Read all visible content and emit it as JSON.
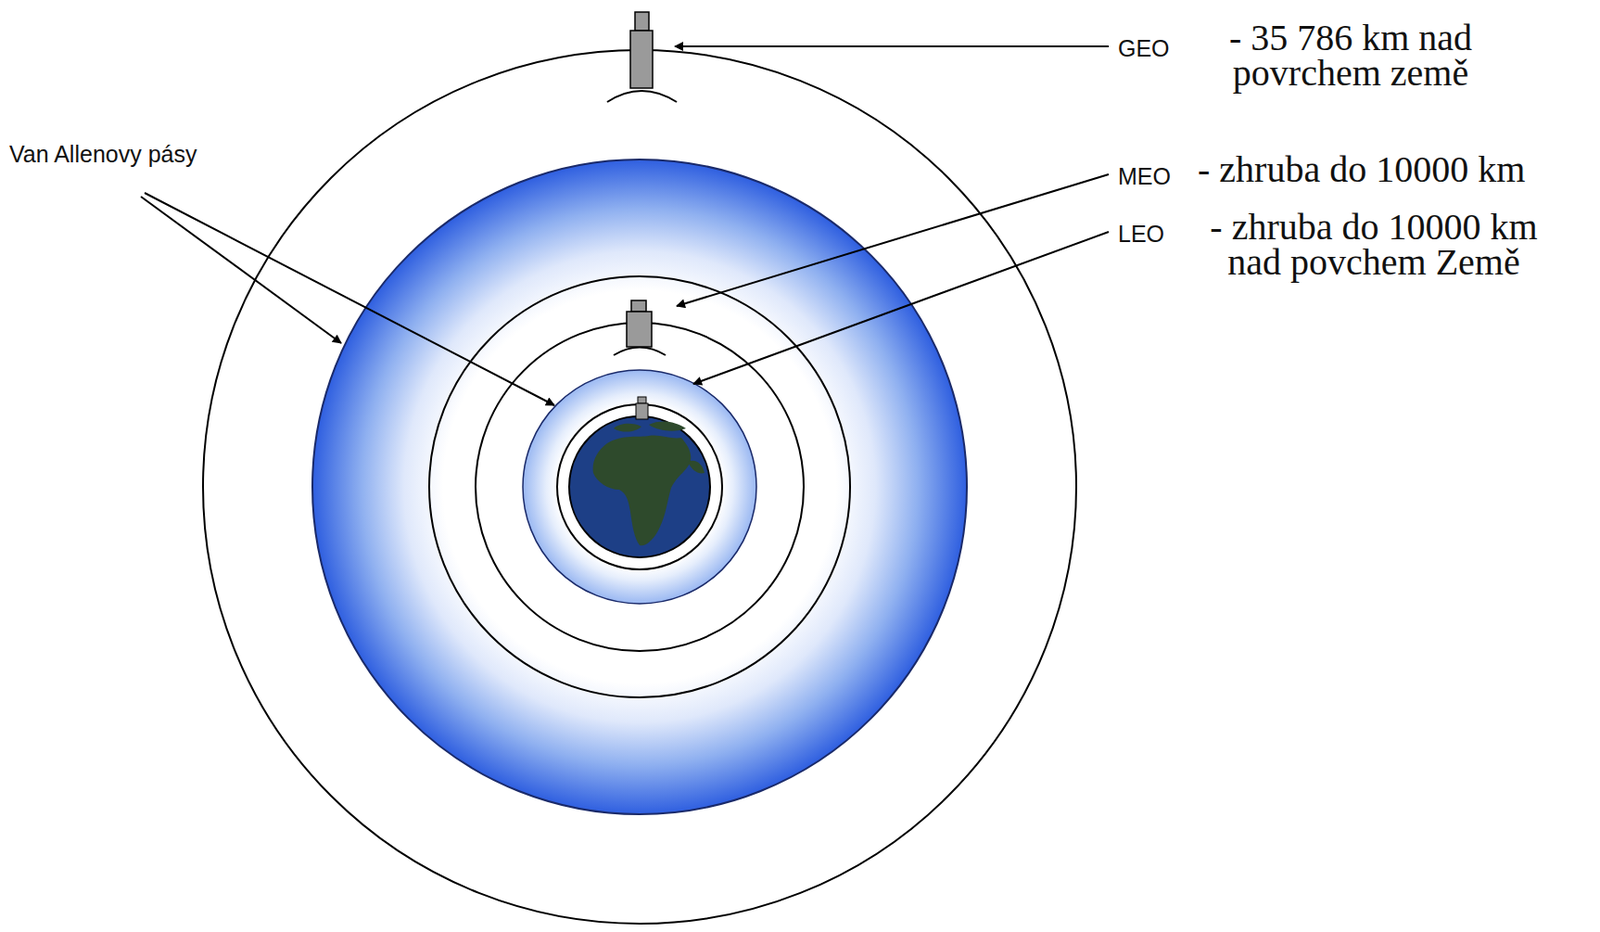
{
  "diagram": {
    "labels": [
      "Van Allenovy pásy",
      "GEO",
      "- 35 786 km nad povrchem země",
      "MEO",
      "- zhruba do 10000 km",
      "LEO",
      "- zhruba do 10000 km nad povchem Země"
    ]
  }
}
